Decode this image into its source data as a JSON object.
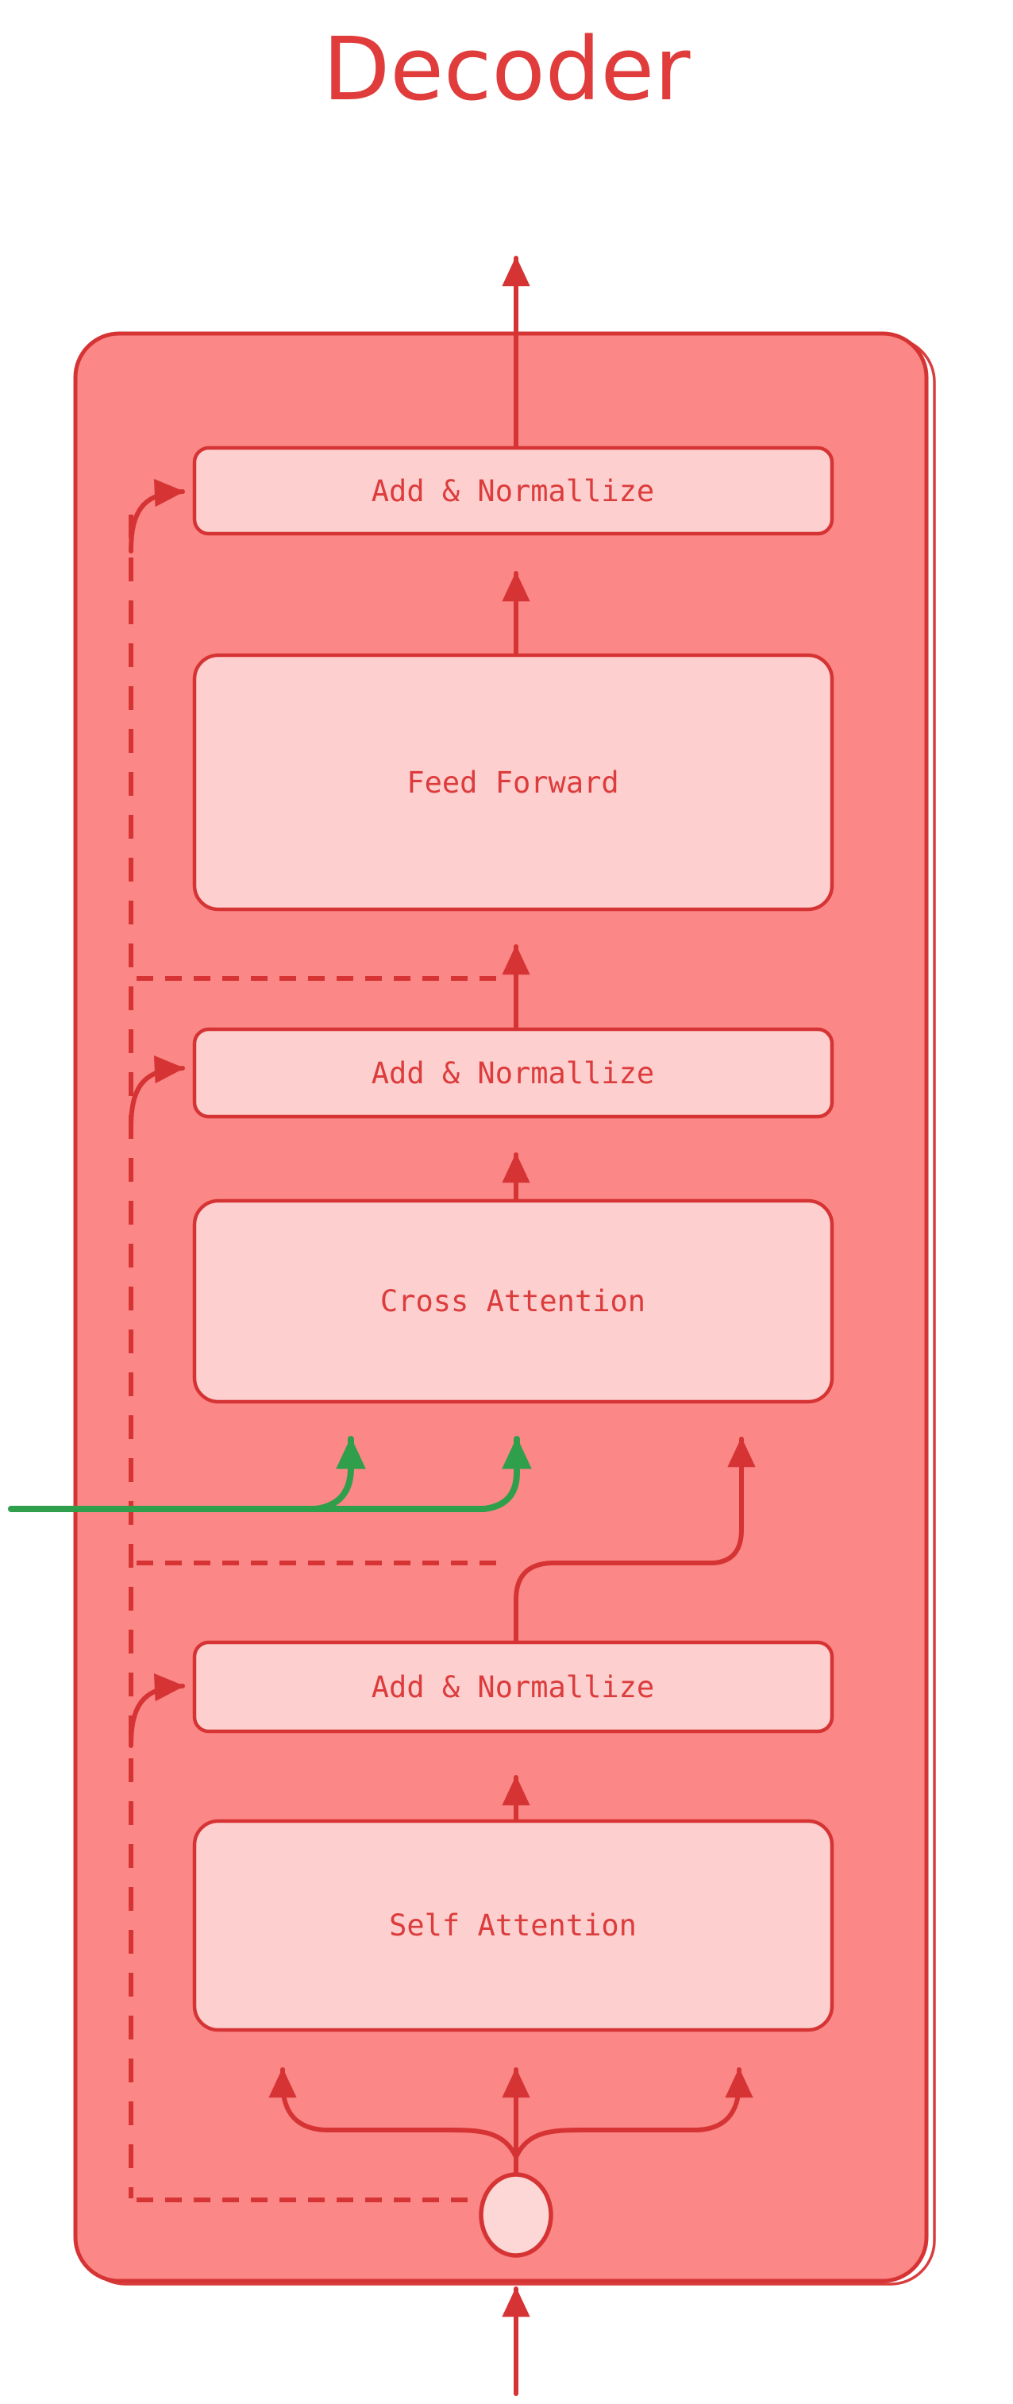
{
  "title": "Decoder",
  "blocks": {
    "add_norm_top": {
      "label": "Add & Normallize"
    },
    "feed_forward": {
      "label": "Feed Forward"
    },
    "add_norm_mid": {
      "label": "Add & Normallize"
    },
    "cross_attention": {
      "label": "Cross Attention"
    },
    "add_norm_bottom": {
      "label": "Add & Normallize"
    },
    "self_attention": {
      "label": "Self Attention"
    }
  },
  "colors": {
    "container_fill": "#FB8787",
    "container_stroke": "#D63434",
    "box_fill": "#FDCFCF",
    "box_stroke": "#D63434",
    "line_red": "#D63434",
    "line_green": "#2F9F4B",
    "title_color": "#E03C3C",
    "label_color": "#DC3C3C",
    "circle_fill": "#FDD6D6",
    "page_bg": "#FFFFFF"
  }
}
